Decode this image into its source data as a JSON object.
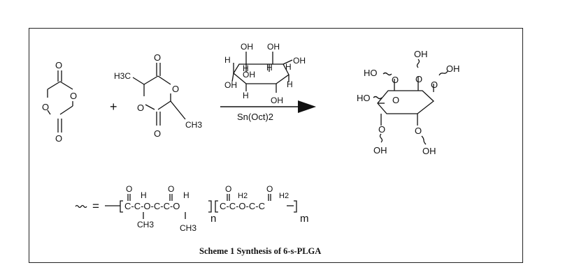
{
  "reagents": {
    "glycolide": {
      "ring_O_top": "O",
      "ring_O_bottom": "O",
      "carbonyl_top": "O",
      "carbonyl_bottom": "O"
    },
    "plus": "+",
    "lactide": {
      "methyl_left": "H3C",
      "methyl_right": "CH3",
      "ring_O_right": "O",
      "ring_O_left": "O",
      "carbonyl_top": "O",
      "carbonyl_bottom": "O"
    },
    "inositol": {
      "oh": [
        "OH",
        "OH",
        "OH",
        "OH",
        "OH",
        "OH"
      ],
      "h": [
        "H",
        "H",
        "H",
        "H",
        "H",
        "H"
      ]
    }
  },
  "arrow": {
    "catalyst": "Sn(Oct)2"
  },
  "product": {
    "ho_labels": [
      "HO",
      "HO"
    ],
    "oh_labels": [
      "OH",
      "OH",
      "OH",
      "OH"
    ],
    "ring_o": [
      "O",
      "O",
      "O",
      "O",
      "O",
      "O"
    ]
  },
  "legend": {
    "equals": "=",
    "block1": {
      "o1": "O",
      "h1": "H",
      "o2": "O",
      "h2": "H",
      "ch3_a": "CH3",
      "ch3_b": "CH3",
      "n": "n"
    },
    "block2": {
      "o1": "O",
      "h2_a": "H2",
      "o2": "O",
      "h2_b": "H2",
      "m": "m"
    },
    "chain_text": "C-C-O-C-C-O",
    "chain_text2": "C-C-O-C-C"
  },
  "caption": "Scheme 1  Synthesis  of  6-s-PLGA"
}
